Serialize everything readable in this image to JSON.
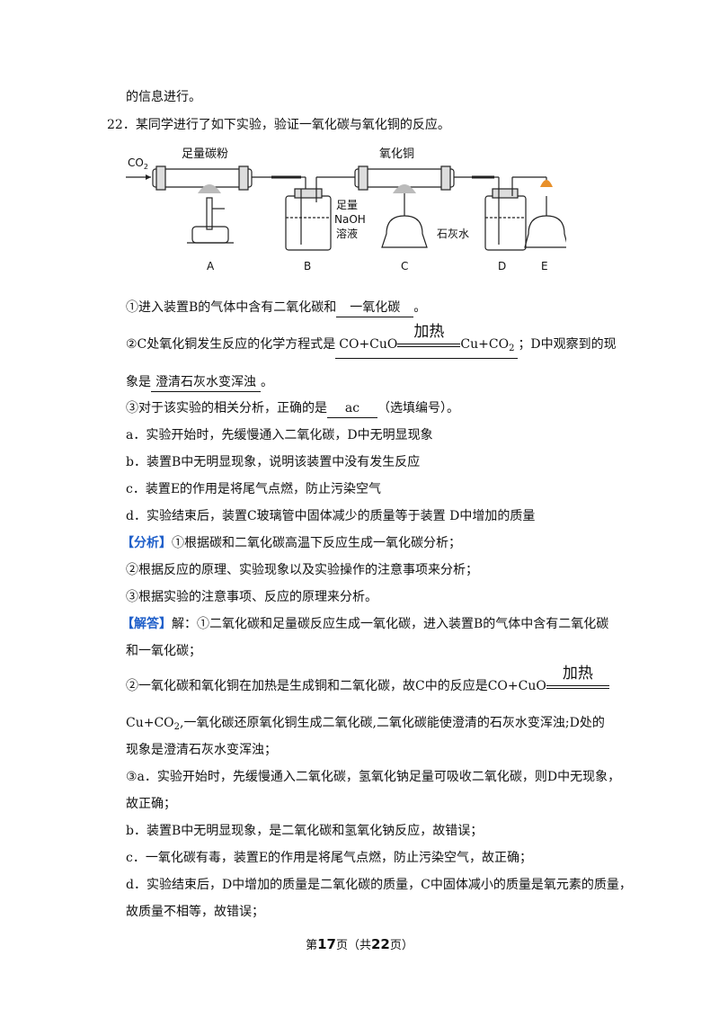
{
  "lines": {
    "l0": "的信息进行。",
    "q22": "22．某同学进行了如下实验，验证一氧化碳与氧化铜的反应。",
    "s1_pre": "①进入装置B的气体中含有二氧化碳和",
    "s1_ans": "一氧化碳",
    "s1_end": "。",
    "s2_pre": "②C处氧化铜发生反应的化学方程式是",
    "s2_lhs": "CO+CuO",
    "s2_cond": "加热",
    "s2_rhs": "Cu+CO",
    "s2_sub": "2",
    "s2_post": "；D中观察到的现",
    "s2b_pre": "象是",
    "s2b_ans": "澄清石灰水变浑浊",
    "s2b_end": "。",
    "s3_pre": "③对于该实验的相关分析，正确的是",
    "s3_ans": "ac",
    "s3_end": "（选填编号）。",
    "oa": "a．实验开始时，先缓慢通入二氧化碳，D中无明显现象",
    "ob": "b．装置B中无明显现象，说明该装置中没有发生反应",
    "oc": "c．装置E的作用是将尾气点燃，防止污染空气",
    "od": "d．实验结束后，装置C玻璃管中固体减少的质量等于装置 D中增加的质量",
    "fx_tag": "【分析】",
    "fx1": "①根据碳和二氧化碳高温下反应生成一氧化碳分析；",
    "fx2": "②根据反应的原理、实验现象以及实验操作的注意事项来分析；",
    "fx3": "③根据实验的注意事项、反应的原理来分析。",
    "jd_tag": "【解答】",
    "jd1": "解：①二氧化碳和足量碳反应生成一氧化碳，进入装置B的气体中含有二氧化碳",
    "jd1b": "和一氧化碳；",
    "jd2_pre": "②一氧化碳和氧化铜在加热是生成铜和二氧化碳，故C中的反应是",
    "jd2_lhs": "CO+CuO",
    "jd2_cond": "加热",
    "jd3_pre": "Cu+CO",
    "jd3_sub": "2",
    "jd3_post": ",一氧化碳还原氧化铜生成二氧化碳,二氧化碳能使澄清的石灰水变浑浊;D处的",
    "jd3b": "现象是澄清石灰水变浑浊；",
    "jd4": "③a．实验开始时，先缓慢通入二氧化碳，氢氧化钠足量可吸收二氧化碳，则D中无现象，",
    "jd4b": "故正确；",
    "jd5": "b．装置B中无明显现象，是二氧化碳和氢氧化钠反应，故错误；",
    "jd6": "c．一氧化碳有毒，装置E的作用是将尾气点燃，防止污染空气，故正确；",
    "jd7": "d．实验结束后，D中增加的质量是二氧化碳的质量，C中固体减小的质量是氧元素的质量，",
    "jd7b": "故质量不相等，故错误；"
  },
  "figure": {
    "co2": "CO",
    "co2_sub": "2",
    "carbon": "足量碳粉",
    "cuo": "氧化铜",
    "naoh1": "足量",
    "naoh2": "NaOH",
    "naoh3": "溶液",
    "limewater": "石灰水",
    "labels": [
      "A",
      "B",
      "C",
      "D",
      "E"
    ]
  },
  "footer": {
    "pre": "第",
    "page": "17",
    "mid": "页（共",
    "total": "22",
    "post": "页）"
  },
  "colors": {
    "bracket": "#1f5fc9",
    "flame": "#e8902a"
  }
}
